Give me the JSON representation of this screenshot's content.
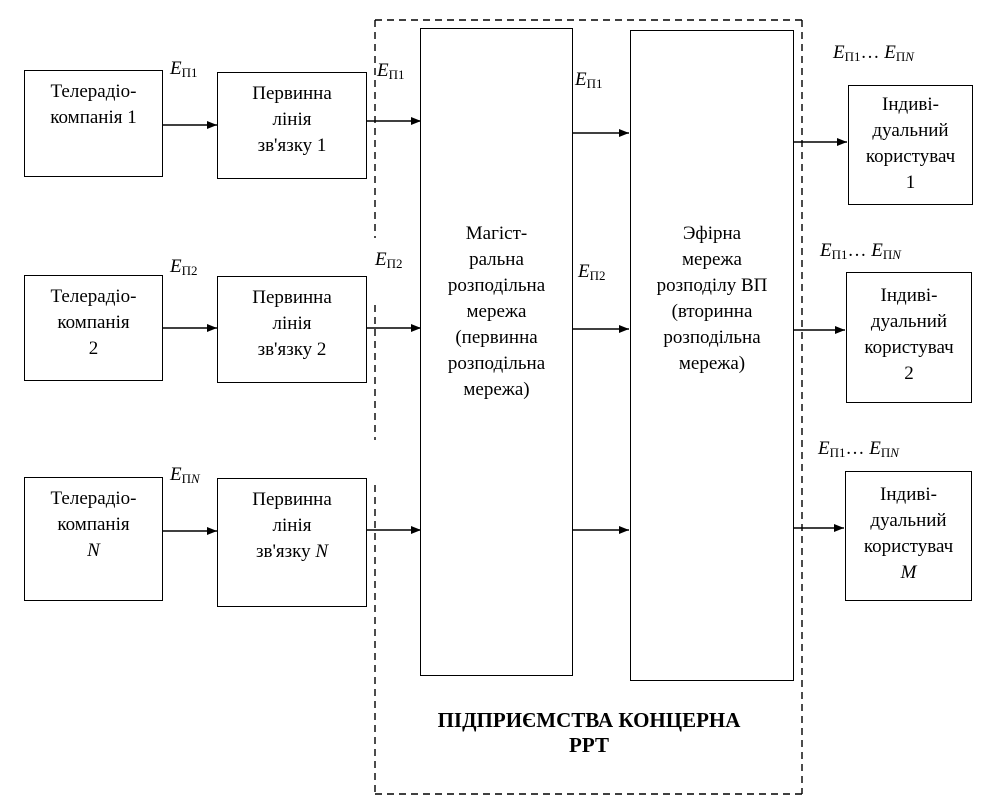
{
  "diagram": {
    "sources": [
      {
        "lines": [
          "Телерадіо-",
          "компанія 1"
        ],
        "signal": {
          "var": "E",
          "sub": "П1"
        }
      },
      {
        "lines": [
          "Телерадіо-",
          "компанія",
          "2"
        ],
        "signal": {
          "var": "E",
          "sub": "П2"
        }
      },
      {
        "lines": [
          "Телерадіо-",
          "компанія",
          "N"
        ],
        "signal": {
          "var": "E",
          "sub": "ПN"
        }
      }
    ],
    "primary_links": [
      {
        "lines": [
          "Первинна",
          "лінія",
          "зв'язку 1"
        ],
        "signal": {
          "var": "E",
          "sub": "П1"
        }
      },
      {
        "lines": [
          "Первинна",
          "лінія",
          "зв'язку 2"
        ],
        "signal": {
          "var": "E",
          "sub": "П2"
        }
      },
      {
        "lines": [
          "Первинна",
          "лінія",
          "зв'язку N"
        ]
      }
    ],
    "backbone": {
      "lines": [
        "Магіст-",
        "ральна",
        "розподільна",
        "мережа",
        "(первинна",
        "розподільна",
        "мережа)"
      ],
      "signals": [
        {
          "var": "E",
          "sub": "П1"
        },
        {
          "var": "E",
          "sub": "П2"
        }
      ]
    },
    "broadcast": {
      "lines": [
        "Эфірна",
        "мережа",
        "розподілу ВП",
        "(вторинна",
        "розподільна",
        "мережа)"
      ]
    },
    "users": [
      {
        "lines": [
          "Індиві-",
          "дуальний",
          "користувач",
          "1"
        ],
        "signal": "EП1… EПN"
      },
      {
        "lines": [
          "Індиві-",
          "дуальний",
          "користувач",
          "2"
        ],
        "signal": "EП1… EПN"
      },
      {
        "lines": [
          "Індиві-",
          "дуальний",
          "користувач",
          "M"
        ],
        "signal": "EП1… EПN"
      }
    ],
    "signal_user": {
      "var1": "E",
      "sub1": "П1",
      "dots": "… ",
      "var2": "E",
      "sub2": "ПN"
    },
    "enterprise_title": [
      "ПІДПРИЄМСТВА КОНЦЕРНА",
      "РРТ"
    ]
  }
}
